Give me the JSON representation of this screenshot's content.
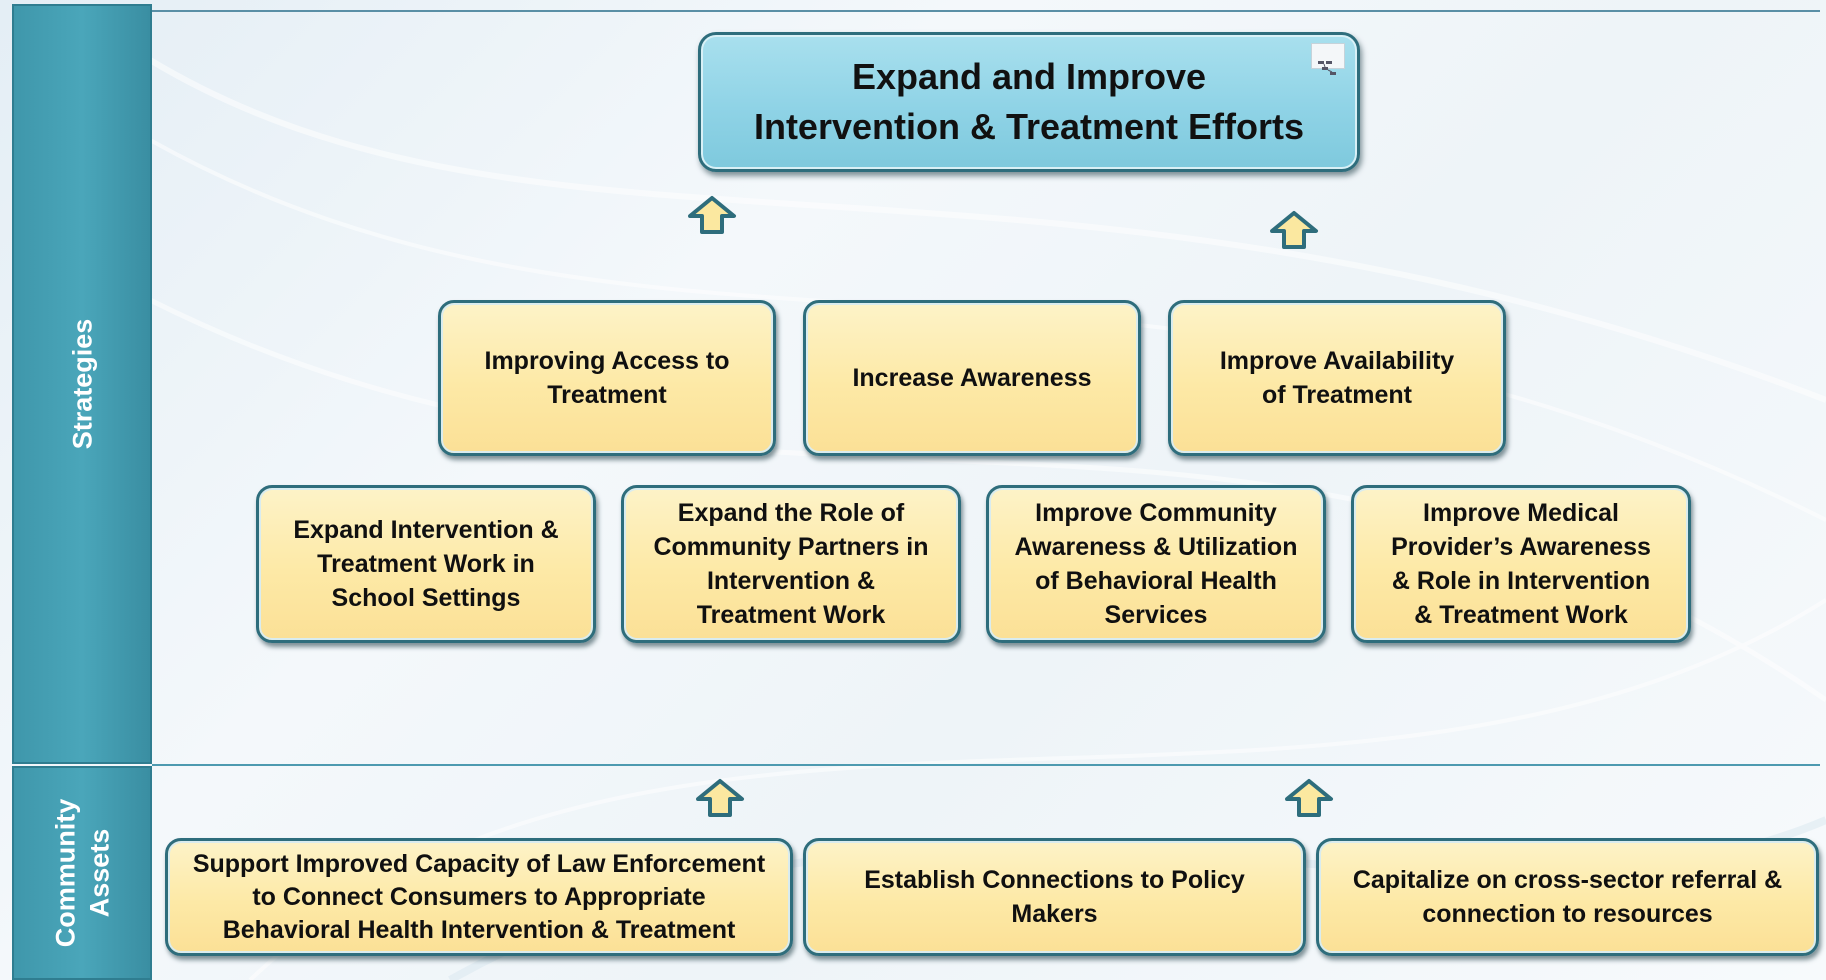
{
  "sidebar": {
    "strategies_label": "Strategies",
    "assets_label": "Community\nAssets"
  },
  "goal": {
    "text": "Expand and Improve\nIntervention & Treatment Efforts"
  },
  "strategies_row1": [
    {
      "text": "Improving Access to\nTreatment"
    },
    {
      "text": "Increase Awareness"
    },
    {
      "text": "Improve Availability\nof Treatment"
    }
  ],
  "strategies_row2": [
    {
      "text": "Expand Intervention &\nTreatment Work in\nSchool Settings"
    },
    {
      "text": "Expand the Role of\nCommunity Partners in\nIntervention &\nTreatment Work"
    },
    {
      "text": "Improve Community\nAwareness & Utilization\nof Behavioral Health\nServices"
    },
    {
      "text": "Improve Medical\nProvider’s Awareness\n& Role in Intervention\n& Treatment Work"
    }
  ],
  "assets": [
    {
      "text": "Support Improved Capacity of Law Enforcement\nto Connect Consumers to Appropriate\nBehavioral Health Intervention & Treatment"
    },
    {
      "text": "Establish Connections to Policy\nMakers"
    },
    {
      "text": "Capitalize on cross-sector referral &\nconnection to resources"
    }
  ],
  "colors": {
    "sidebar": "#4aa6ba",
    "goal_fill": "#8fd3e6",
    "box_fill": "#fde9a6",
    "border": "#2e6d7c",
    "arrow_fill": "#fbe8a0"
  },
  "icons": {
    "arrow": "up-arrow-icon",
    "goal_corner": "org-chart-icon"
  }
}
